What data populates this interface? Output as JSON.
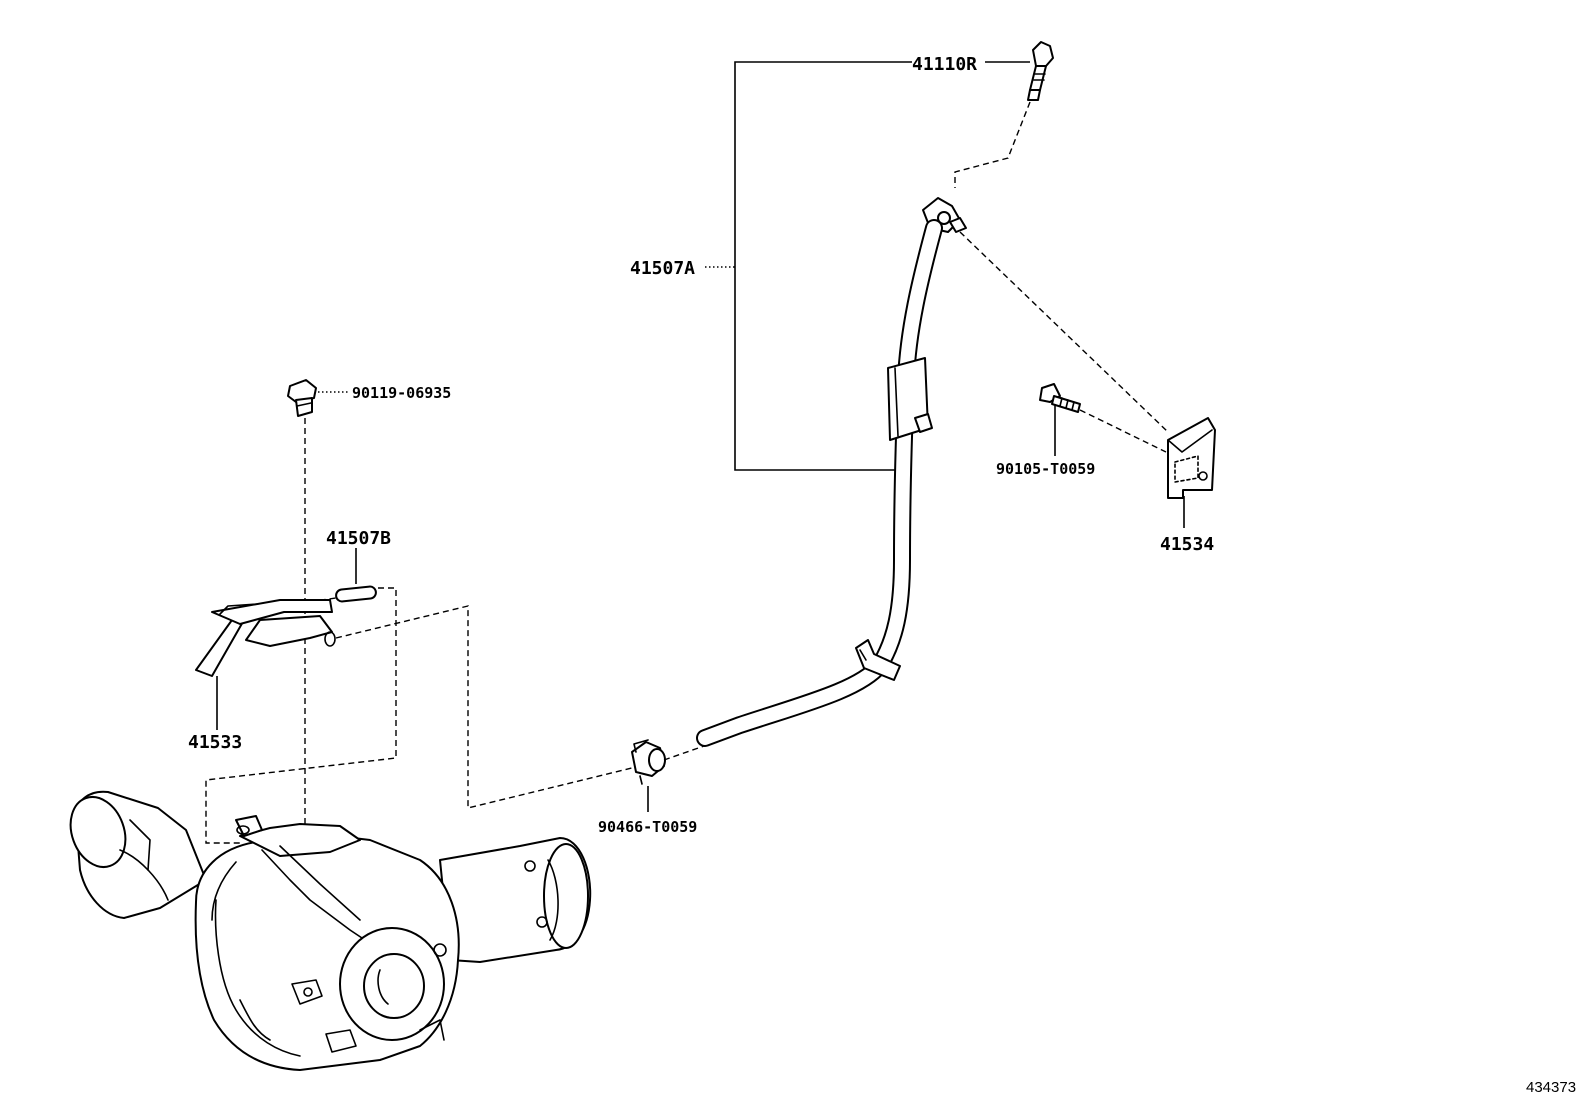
{
  "diagram": {
    "labels": {
      "part_41110R": "41110R",
      "part_41507A": "41507A",
      "part_90119_06935": "90119-06935",
      "part_41507B": "41507B",
      "part_41533": "41533",
      "part_90105_T0059": "90105-T0059",
      "part_41534": "41534",
      "part_90466_T0059": "90466-T0059"
    },
    "reference_number": "434373"
  }
}
